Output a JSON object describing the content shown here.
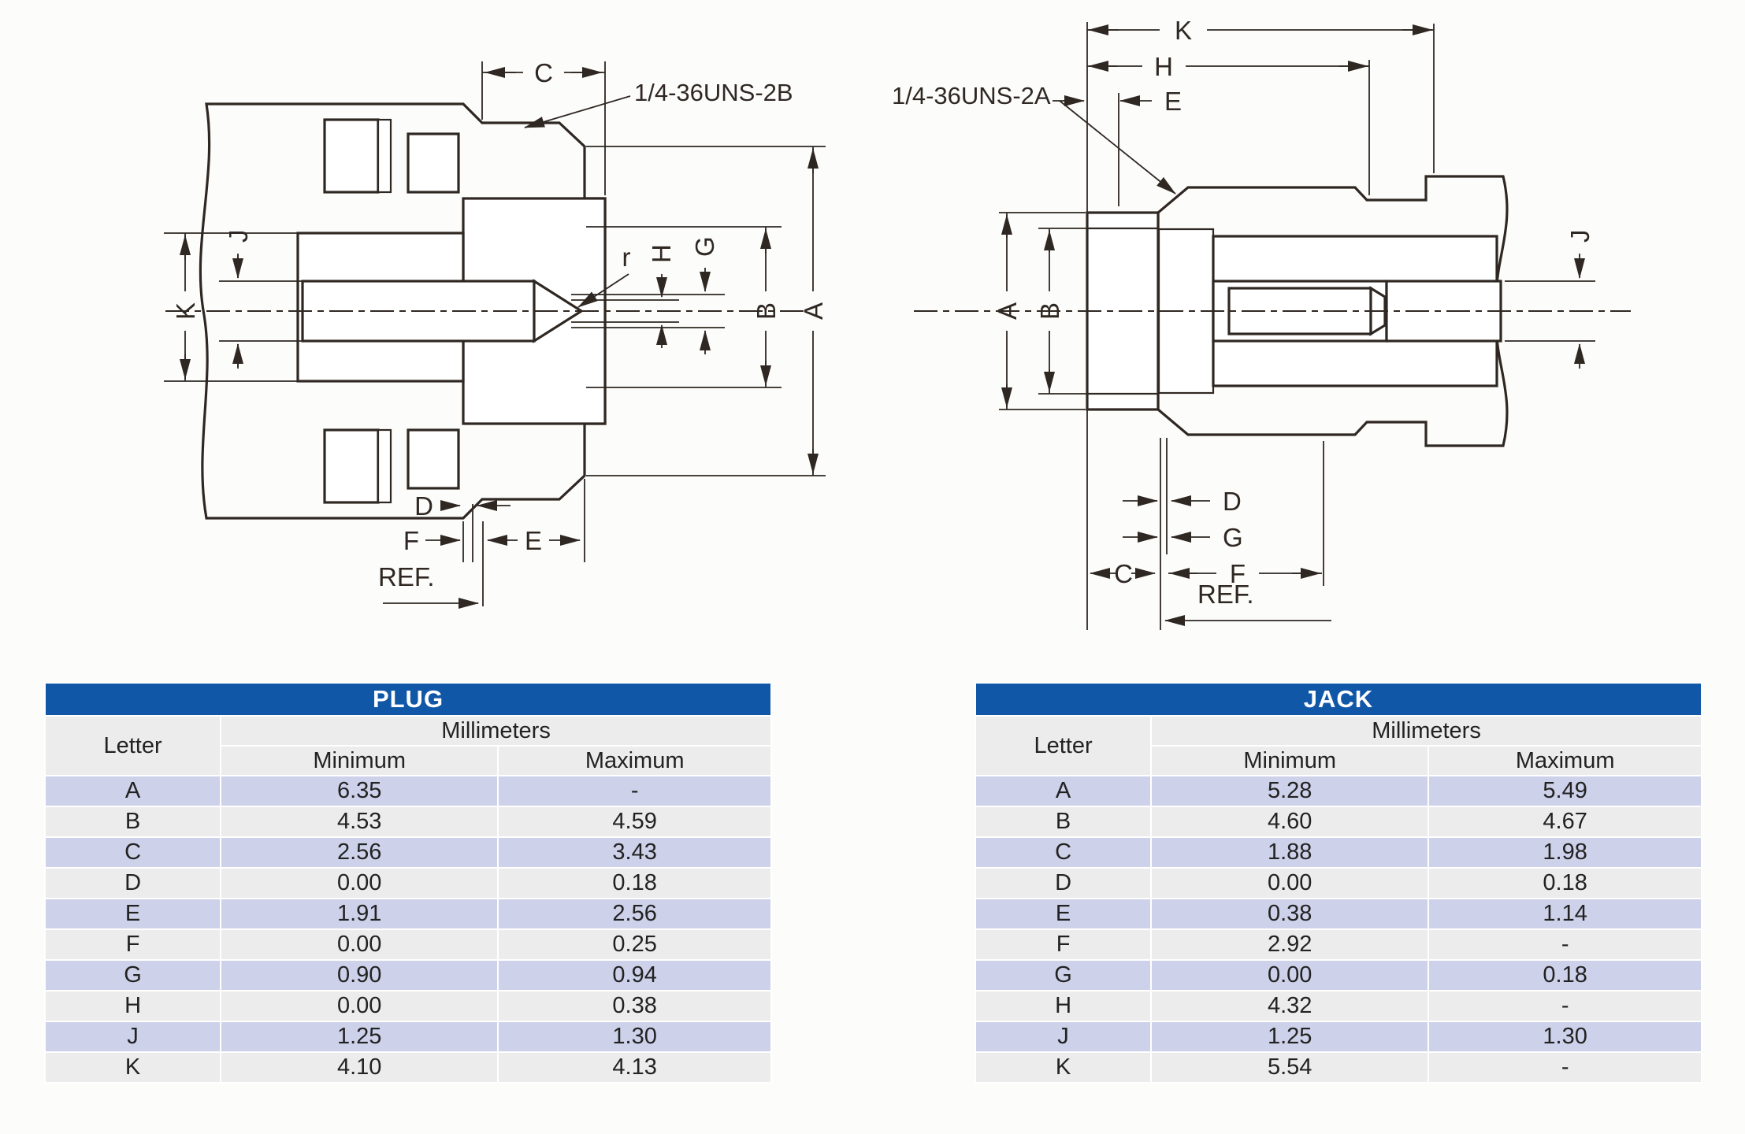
{
  "colors": {
    "header_blue": "#1157a8",
    "row_alt": "#cdd1e9",
    "row_base": "#ececec",
    "line": "#2f2722"
  },
  "plug_drawing": {
    "thread_label": "1/4-36UNS-2B",
    "labels": {
      "a": "A",
      "b": "B",
      "c": "C",
      "d": "D",
      "e": "E",
      "f": "F",
      "g": "G",
      "h": "H",
      "j": "J",
      "k": "K",
      "r": "r",
      "ref": "REF."
    }
  },
  "jack_drawing": {
    "thread_label": "1/4-36UNS-2A",
    "labels": {
      "a": "A",
      "b": "B",
      "c": "C",
      "d": "D",
      "e": "E",
      "f": "F",
      "g": "G",
      "h": "H",
      "j": "J",
      "k": "K",
      "ref": "REF."
    }
  },
  "plug_table": {
    "title": "PLUG",
    "col_letter": "Letter",
    "col_group": "Millimeters",
    "col_min": "Minimum",
    "col_max": "Maximum",
    "rows": [
      {
        "letter": "A",
        "min": "6.35",
        "max": "-"
      },
      {
        "letter": "B",
        "min": "4.53",
        "max": "4.59"
      },
      {
        "letter": "C",
        "min": "2.56",
        "max": "3.43"
      },
      {
        "letter": "D",
        "min": "0.00",
        "max": "0.18"
      },
      {
        "letter": "E",
        "min": "1.91",
        "max": "2.56"
      },
      {
        "letter": "F",
        "min": "0.00",
        "max": "0.25"
      },
      {
        "letter": "G",
        "min": "0.90",
        "max": "0.94"
      },
      {
        "letter": "H",
        "min": "0.00",
        "max": "0.38"
      },
      {
        "letter": "J",
        "min": "1.25",
        "max": "1.30"
      },
      {
        "letter": "K",
        "min": "4.10",
        "max": "4.13"
      }
    ]
  },
  "jack_table": {
    "title": "JACK",
    "col_letter": "Letter",
    "col_group": "Millimeters",
    "col_min": "Minimum",
    "col_max": "Maximum",
    "rows": [
      {
        "letter": "A",
        "min": "5.28",
        "max": "5.49"
      },
      {
        "letter": "B",
        "min": "4.60",
        "max": "4.67"
      },
      {
        "letter": "C",
        "min": "1.88",
        "max": "1.98"
      },
      {
        "letter": "D",
        "min": "0.00",
        "max": "0.18"
      },
      {
        "letter": "E",
        "min": "0.38",
        "max": "1.14"
      },
      {
        "letter": "F",
        "min": "2.92",
        "max": "-"
      },
      {
        "letter": "G",
        "min": "0.00",
        "max": "0.18"
      },
      {
        "letter": "H",
        "min": "4.32",
        "max": "-"
      },
      {
        "letter": "J",
        "min": "1.25",
        "max": "1.30"
      },
      {
        "letter": "K",
        "min": "5.54",
        "max": "-"
      }
    ]
  }
}
